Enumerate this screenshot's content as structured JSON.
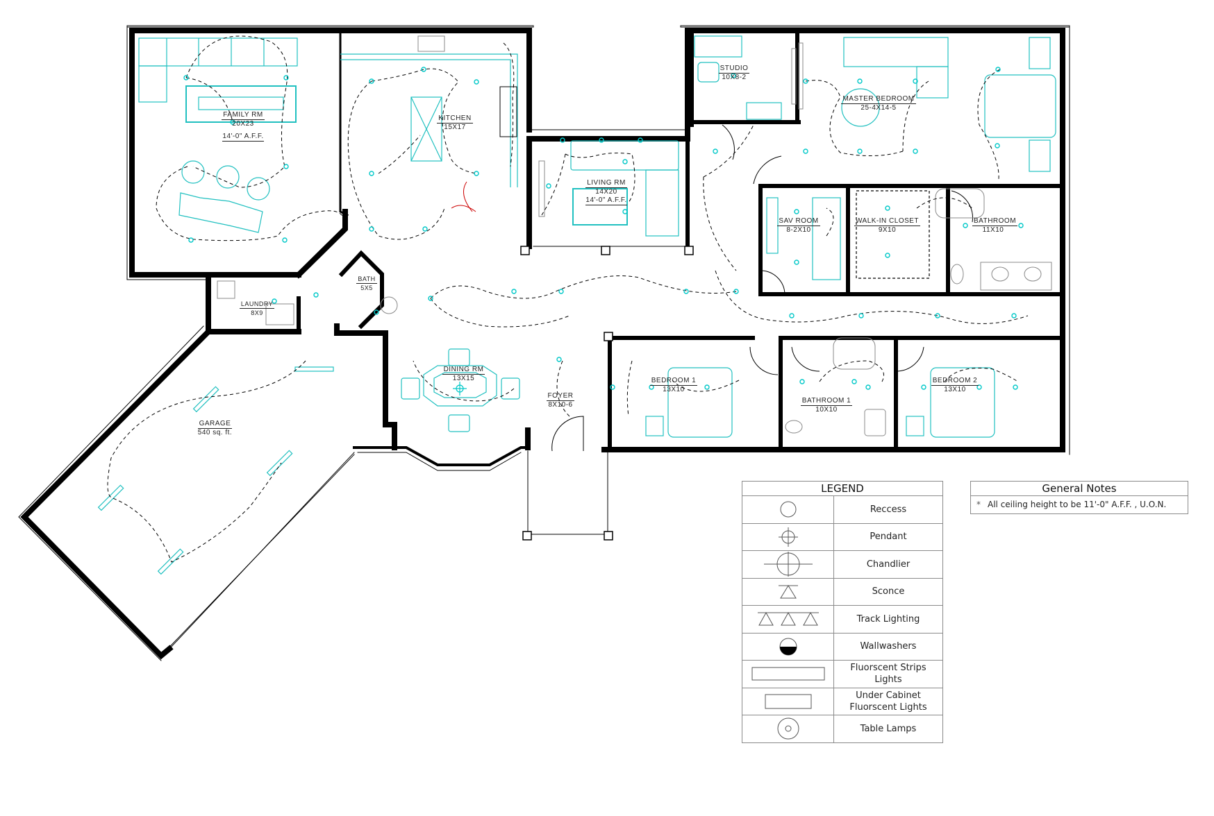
{
  "drawing": {
    "type": "Reflected ceiling / lighting plan",
    "colors": {
      "walls": "#000000",
      "fixtures": "#00c8c8",
      "furniture": "#20c0c0",
      "circuits": "#000000",
      "door_swing_highlight": "#cc0000",
      "plumbing": "#888888"
    }
  },
  "rooms": [
    {
      "id": "family",
      "name": "FAMILY RM",
      "dim": "20X23",
      "aff": "14'-0\" A.F.F."
    },
    {
      "id": "kitchen",
      "name": "KITCHEN",
      "dim": "15X17"
    },
    {
      "id": "living",
      "name": "LIVING RM",
      "dim": "14X20",
      "aff": "14'-0\" A.F.F."
    },
    {
      "id": "studio",
      "name": "STUDIO",
      "dim": "10X8-2"
    },
    {
      "id": "master-bedroom",
      "name": "MASTER BEDROOM",
      "dim": "25-4X14-5"
    },
    {
      "id": "master-closet",
      "name": "SAV ROOM",
      "dim": "8-2X10"
    },
    {
      "id": "walk-in-closet",
      "name": "WALK-IN CLOSET",
      "dim": "9X10"
    },
    {
      "id": "master-bath",
      "name": "BATHROOM",
      "dim": "11X10"
    },
    {
      "id": "laundry",
      "name": "LAUNDRY",
      "dim": "8X9"
    },
    {
      "id": "half-bath",
      "name": "BATH",
      "dim": "5X5"
    },
    {
      "id": "dining",
      "name": "DINING RM",
      "dim": "13X15"
    },
    {
      "id": "foyer",
      "name": "FOYER",
      "dim": "8X10-6"
    },
    {
      "id": "bedroom-1",
      "name": "BEDROOM 1",
      "dim": "13X10"
    },
    {
      "id": "bathroom-1",
      "name": "BATHROOM 1",
      "dim": "10X10"
    },
    {
      "id": "bedroom-2",
      "name": "BEDROOM 2",
      "dim": "13X10"
    },
    {
      "id": "garage",
      "name": "GARAGE",
      "dim": "540 sq. ft."
    }
  ],
  "legend": {
    "title": "LEGEND",
    "items": [
      {
        "symbol": "recess-circle",
        "label": "Reccess"
      },
      {
        "symbol": "pendant-crosshair",
        "label": "Pendant"
      },
      {
        "symbol": "chandelier-crosshair",
        "label": "Chandlier"
      },
      {
        "symbol": "sconce-triangle",
        "label": "Sconce"
      },
      {
        "symbol": "track-triangles",
        "label": "Track Lighting"
      },
      {
        "symbol": "wallwasher-halfcircle",
        "label": "Wallwashers"
      },
      {
        "symbol": "strip-rect-long",
        "label": "Fluorscent Strips\nLights"
      },
      {
        "symbol": "cabinet-rect-short",
        "label": "Under Cabinet\nFluorscent Lights"
      },
      {
        "symbol": "table-lamp-ring",
        "label": "Table Lamps"
      }
    ]
  },
  "general_notes": {
    "title": "General Notes",
    "items": [
      {
        "bullet": "*",
        "text": "All ceiling height to be 11'-0\" A.F.F. , U.O.N."
      }
    ]
  }
}
